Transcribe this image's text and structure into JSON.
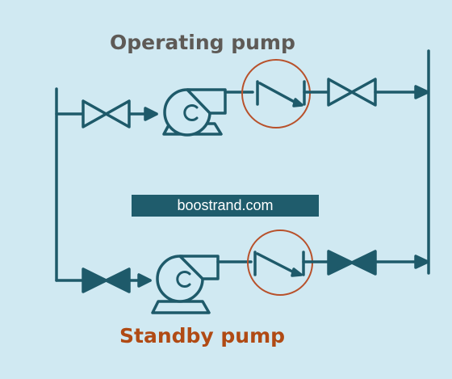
{
  "labels": {
    "operating_pump": "Operating pump",
    "standby_pump": "Standby pump",
    "watermark": "boostrand.com"
  },
  "colors": {
    "background": "#d0e9f2",
    "line": "#1e5a6a",
    "pump_fill": "#cfe9f3",
    "highlight_circle": "#b8512b",
    "operating_label": "#5e5a56",
    "standby_label": "#b04a14",
    "watermark_bg": "#1f5c6c",
    "watermark_text": "#ffffff"
  },
  "valve_states": {
    "operating_suction_valve": "open",
    "operating_discharge_valve": "open",
    "standby_suction_valve": "closed",
    "standby_discharge_valve": "closed"
  },
  "icons": [
    "centrifugal-pump-icon",
    "gate-valve-icon",
    "check-valve-icon",
    "flow-arrow-icon"
  ]
}
